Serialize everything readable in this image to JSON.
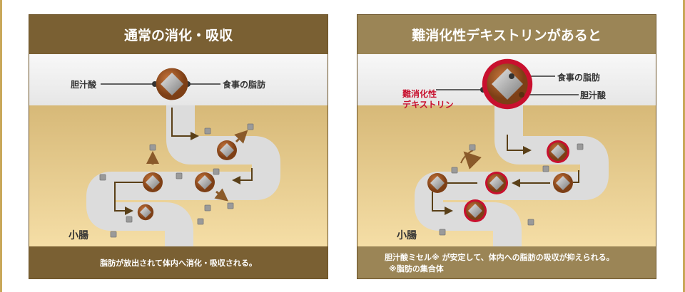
{
  "left_panel": {
    "title": "通常の消化・吸収",
    "label_bile": "胆汁酸",
    "label_fat": "食事の脂肪",
    "label_intestine": "小腸",
    "footer": "脂肪が放出されて体内へ消化・吸収される。"
  },
  "right_panel": {
    "title": "難消化性デキストリンがあると",
    "label_fat": "食事の脂肪",
    "label_bile": "胆汁酸",
    "label_dextrin_1": "難消化性",
    "label_dextrin_2": "デキストリン",
    "label_intestine": "小腸",
    "footer_1": "胆汁酸ミセル※ が安定して、体内への脂肪の吸収が抑えられる。",
    "footer_2": "※脂肪の集合体"
  },
  "colors": {
    "header_dark": "#7a6033",
    "header_light": "#9b8556",
    "dextrin_red": "#c8102e",
    "bile_brown": "#a0582a"
  }
}
